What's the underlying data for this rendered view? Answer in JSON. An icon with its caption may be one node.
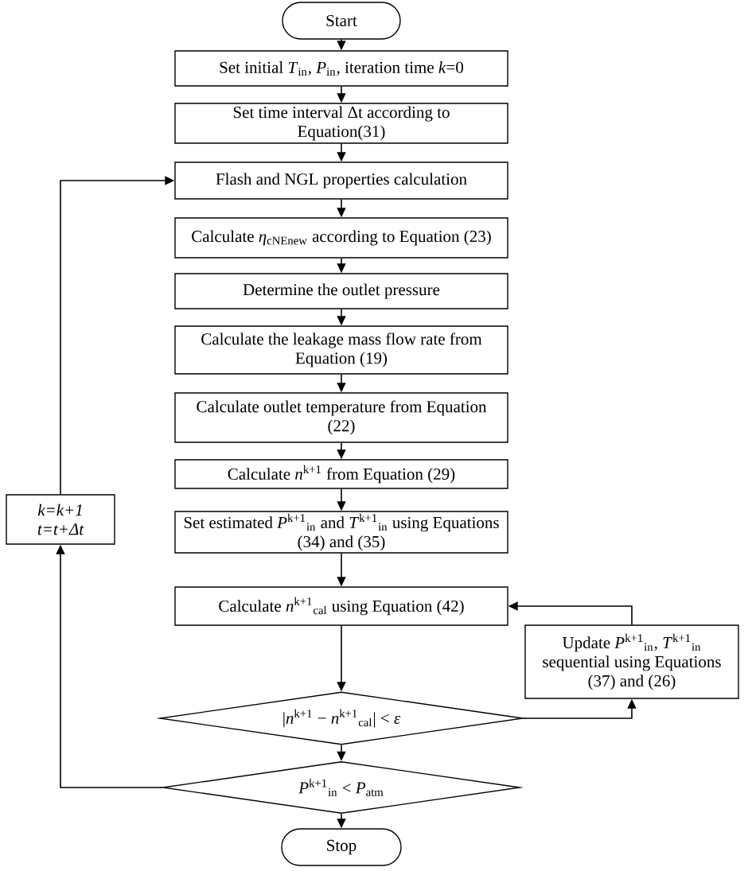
{
  "diagram": {
    "nodes": [
      {
        "text": [
          "Start"
        ]
      },
      {
        "text": [
          "Set initial *T*$_{in}$, *P*$_{in}$, iteration time *k*=0"
        ]
      },
      {
        "text": [
          "Set time interval Δt according to Equation(31)"
        ]
      },
      {
        "text": [
          "Flash and NGL properties calculation"
        ]
      },
      {
        "text": [
          "Calculate *η*$_{cNEnew}$ according to Equation (23)"
        ]
      },
      {
        "text": [
          "Determine the outlet pressure"
        ]
      },
      {
        "text": [
          "Calculate the leakage mass flow rate from Equation (19)"
        ]
      },
      {
        "text": [
          "Calculate outlet temperature from Equation (22)"
        ]
      },
      {
        "text": [
          "Calculate *n*$^{k+1}$ from Equation (29)"
        ]
      },
      {
        "text": [
          "Set estimated *P*$^{k+1}$$_{in}$ and *T*$^{k+1}$$_{in}$ using Equations (34) and (35)"
        ]
      },
      {
        "text": [
          "Calculate *n*$^{k+1}$$_{cal}$ using Equation (42)"
        ]
      },
      {
        "text": [
          "Update *P*$^{k+1}$$_{in}$, *T*$^{k+1}$$_{in}$ sequential using Equations (37) and (26)"
        ]
      },
      {
        "text": [
          "|*n*$^{k+1}$ − *n*$^{k+1}$$_{cal}$| < *ε*"
        ]
      },
      {
        "text": [
          "*P*$^{k+1}$$_{in}$ < *P*$_{atm}$"
        ]
      },
      {
        "text": [
          "Stop"
        ]
      },
      {
        "text": [
          "k=k+1",
          "t=t+Δt"
        ]
      }
    ],
    "edges": [
      {
        "from": 0,
        "to": 1,
        "arrow": "to"
      },
      {
        "from": 1,
        "to": 2,
        "arrow": "to"
      },
      {
        "from": 2,
        "to": 3,
        "arrow": "to"
      },
      {
        "from": 3,
        "to": 4,
        "arrow": "to"
      },
      {
        "from": 4,
        "to": 5,
        "arrow": "to"
      },
      {
        "from": 5,
        "to": 6,
        "arrow": "to"
      },
      {
        "from": 6,
        "to": 7,
        "arrow": "to"
      },
      {
        "from": 7,
        "to": 8,
        "arrow": "to"
      },
      {
        "from": 8,
        "to": 9,
        "arrow": "to"
      },
      {
        "from": 9,
        "to": 10,
        "arrow": "to"
      },
      {
        "from": 10,
        "to": 12,
        "arrow": "to"
      },
      {
        "from": 12,
        "to": 13,
        "arrow": "to"
      },
      {
        "from": 13,
        "to": 14,
        "arrow": "to"
      },
      {
        "from": 12,
        "to": 11,
        "arrow": "to"
      },
      {
        "from": 11,
        "to": 10,
        "arrow": "to"
      },
      {
        "from": 13,
        "to": 15,
        "arrow": "to"
      },
      {
        "from": 15,
        "to": 3,
        "arrow": "to"
      }
    ]
  }
}
